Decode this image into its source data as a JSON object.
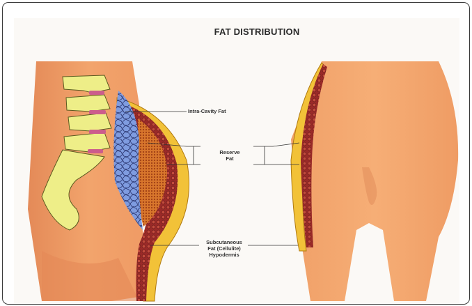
{
  "diagram": {
    "title": "FAT DISTRIBUTION",
    "labels": {
      "intra_cavity_fat": "Intra-Cavity Fat",
      "reserve_fat_line1": "Reserve",
      "reserve_fat_line2": "Fat",
      "subcutaneous_line1": "Subcutaneous",
      "subcutaneous_line2": "Fat (Cellulite)",
      "subcutaneous_line3": "Hypodermis"
    }
  },
  "colors": {
    "skin": "#f2a06a",
    "skin_shadow": "#e07e4e",
    "bone": "#eeee88",
    "disc": "#cc5c8c",
    "intra_cavity": "#7f9ce0",
    "reserve_fat": "#d8762c",
    "muscle": "#9a2a28",
    "subcutaneous": "#f2c238"
  },
  "icons": [
    "side-view-torso-illustration",
    "rear-view-hips-illustration",
    "spine-illustration"
  ]
}
